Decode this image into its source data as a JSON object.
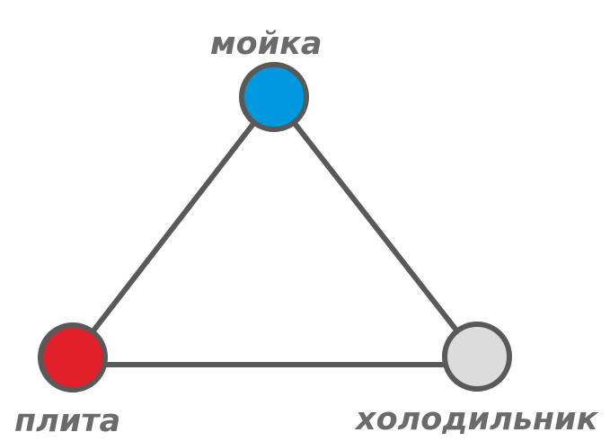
{
  "nodes": {
    "sink": {
      "label": "мойка",
      "color": "#0099e0"
    },
    "stove": {
      "label": "плита",
      "color": "#e2202a"
    },
    "fridge": {
      "label": "холодильник",
      "color": "#dcdcdc"
    }
  },
  "colors": {
    "outline": "#595959",
    "label_text": "#6b6b6b"
  }
}
